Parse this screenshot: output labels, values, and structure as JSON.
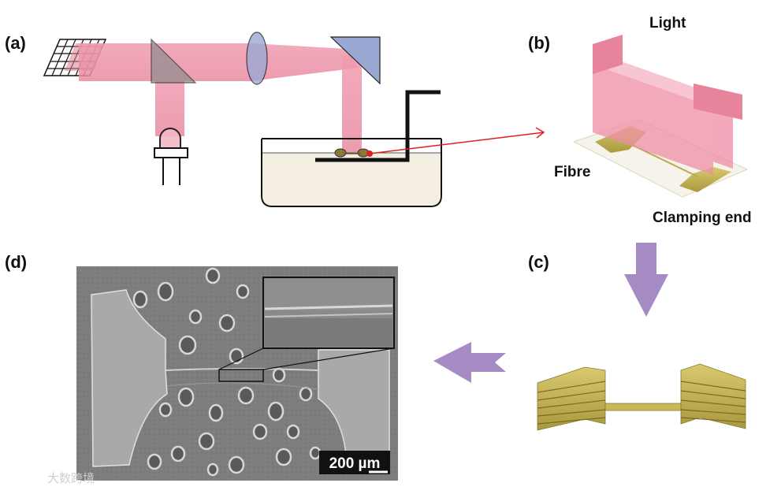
{
  "panels": {
    "a": "(a)",
    "b": "(b)",
    "c": "(c)",
    "d": "(d)"
  },
  "panel_b_labels": {
    "light": "Light",
    "fibre": "Fibre",
    "clamping_end": "Clamping end"
  },
  "sem": {
    "scale_bar": "200 µm"
  },
  "watermark": "大数跨境",
  "colors": {
    "beam": "#e8879d",
    "prism": "#9aa8d4",
    "gold": "#c9b85a",
    "arrow": "#a68ac4",
    "red": "#e02020"
  }
}
